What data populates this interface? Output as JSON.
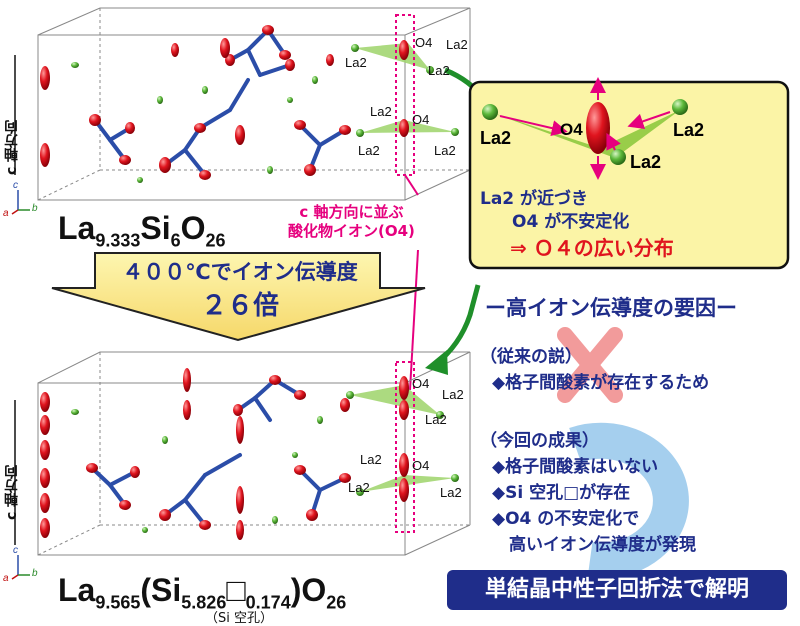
{
  "top_formula": {
    "base": "La",
    "la_sub": "9.333",
    "si": "Si",
    "si_sub": "6",
    "o": "O",
    "o_sub": "26"
  },
  "bottom_formula": {
    "base": "La",
    "la_sub": "9.565",
    "si_open": "(Si",
    "si_sub": "5.826",
    "box": "□",
    "vac_sub": "0.174",
    "close": ")O",
    "o_sub": "26",
    "note": "（Si 空孔）"
  },
  "axis_label": "c 軸方向",
  "axis_triad": {
    "c": "c",
    "a": "a",
    "b": "b"
  },
  "c_axis_chain_label": [
    "c 軸方向に並ぶ",
    "酸化物イオン(O4)"
  ],
  "big_arrow": {
    "line1": "４００℃でイオン伝導度",
    "line2": "２６倍"
  },
  "site_labels": {
    "o4": "O4",
    "la2": "La2"
  },
  "callout": {
    "o4": "O4",
    "la2": "La2",
    "text1": "La2 が近づき",
    "text2": "O4 が不安定化",
    "conclusion": "⇒ Ｏ４の広い分布"
  },
  "factors": {
    "heading": "ー高イオン伝導度の要因ー",
    "old_label": "（従来の説）",
    "old_item": "◆格子間酸素が存在するため",
    "new_label": "（今回の成果）",
    "new_items": [
      "◆格子間酸素はいない",
      "◆Si 空孔□が存在",
      "◆O4 の不安定化で",
      "　高いイオン伝導度が発現"
    ]
  },
  "method_banner": "単結晶中性子回折法で解明",
  "colors": {
    "oxygen": "#e0141e",
    "la": "#5cb83a",
    "si": "#2b4da8",
    "accent": "#e6007e",
    "navy": "#1f2d8a",
    "callout_bg": "#fbf4a6"
  }
}
